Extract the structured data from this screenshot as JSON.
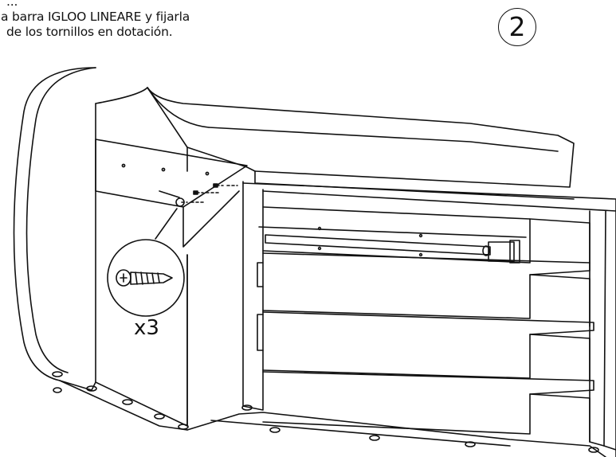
{
  "instructions": {
    "line1": "...",
    "line2": "a barra IGLOO LINEARE y fijarla",
    "line3": "de los tornillos en dotación."
  },
  "step_number": "2",
  "callout": {
    "quantity": "x3",
    "part": "screw"
  }
}
